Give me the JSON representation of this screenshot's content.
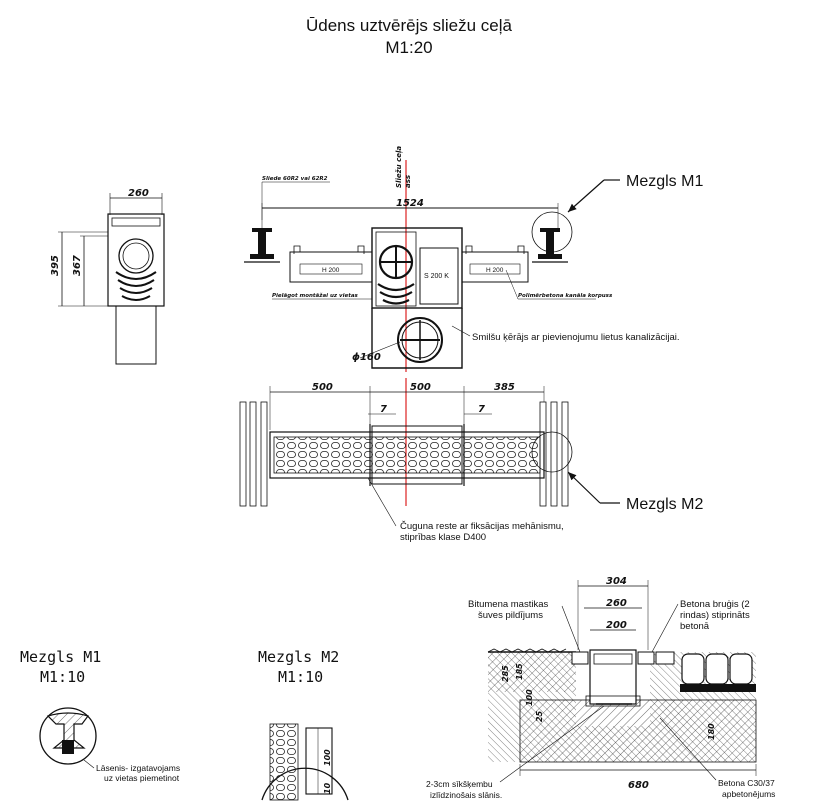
{
  "title": {
    "line1": "Ūdens uztvērējs sliežu ceļā",
    "line2": "M1:20"
  },
  "side_view": {
    "width": "260",
    "height_total": "395",
    "height_inner": "367"
  },
  "section": {
    "axis_label_1": "Sliežu ceļa",
    "axis_label_2": "ass",
    "rail_label": "Sliede 60R2 vai 62R2",
    "span": "1524",
    "fit_label": "Pielāgot montāžai uz vietas",
    "channel_left": "H 200",
    "channel_right": "H 200",
    "sand_box": "S 200 K",
    "body_label": "Polimērbetona kanāla korpuss",
    "pipe": "ϕ160"
  },
  "callouts": {
    "m1": "Mezgls M1",
    "m2": "Mezgls M2",
    "sand_trap": "Smilšu ķērājs ar pievienojumu lietus kanalizācijai.",
    "grate_1": "Čuguna reste ar fiksācijas mehānismu,",
    "grate_2": "stiprības klase D400"
  },
  "plan": {
    "d1": "500",
    "d2": "500",
    "d3": "385",
    "gap1": "7",
    "gap2": "7"
  },
  "detail_m1": {
    "title": "Mezgls M1",
    "scale": "M1:10",
    "note_1": "Lāsenis- izgatavojams",
    "note_2": "uz vietas piemetinot"
  },
  "detail_m2": {
    "title": "Mezgls M2",
    "scale": "M1:10",
    "d1": "100",
    "d2": "10"
  },
  "cross_section": {
    "w_outer": "304",
    "w_mid": "260",
    "w_inner": "200",
    "h1": "285",
    "h2": "185",
    "h3": "100",
    "h4": "25",
    "h5": "180",
    "base": "680",
    "bitumen_1": "Bitumena mastikas",
    "bitumen_2": "šuves pildījums",
    "paver_1": "Betona bruģis (2",
    "paver_2": "rindas) stiprināts",
    "paver_3": "betonā",
    "gravel_1": "2-3cm sīkšķembu",
    "gravel_2": "izlīdzinošais slānis.",
    "concrete_1": "Betona C30/37",
    "concrete_2": "apbetonējums"
  }
}
